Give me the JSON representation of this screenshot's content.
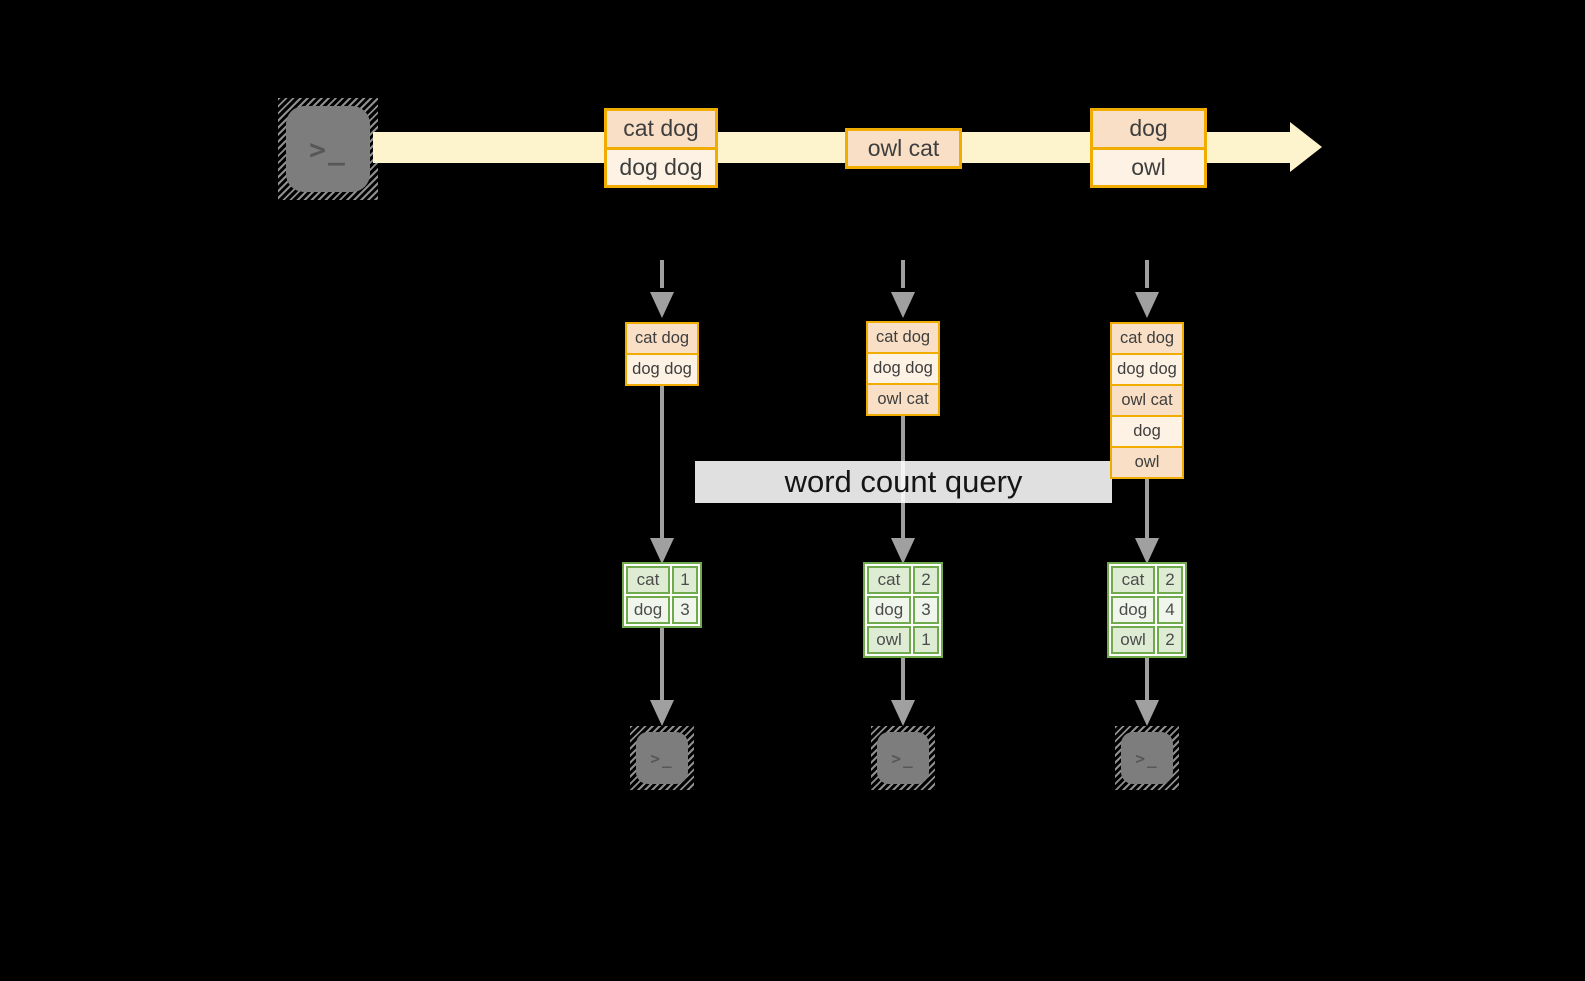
{
  "colors": {
    "background": "#000000",
    "stream_band": "#fdf3cd",
    "event_border": "#f0ad00",
    "event_fill_dark": "#f8dfc5",
    "event_fill_light": "#fdf2e3",
    "table_border": "#6faa4c",
    "table_row_dark": "#dfecd4",
    "table_row_light": "#f1f6ec",
    "arrow_gray": "#a0a0a0",
    "terminal_gray": "#7d7d7d",
    "query_label_bg": "#ffffff"
  },
  "icons": {
    "terminal_glyph": ">_"
  },
  "query_label": "word count query",
  "timeline": {
    "events": [
      {
        "lines": [
          "cat dog",
          "dog dog"
        ]
      },
      {
        "lines": [
          "owl cat"
        ]
      },
      {
        "lines": [
          "dog",
          "owl"
        ]
      }
    ]
  },
  "columns": [
    {
      "state": [
        "cat dog",
        "dog dog"
      ],
      "counts": [
        [
          "cat",
          1
        ],
        [
          "dog",
          3
        ]
      ]
    },
    {
      "state": [
        "cat dog",
        "dog dog",
        "owl cat"
      ],
      "counts": [
        [
          "cat",
          2
        ],
        [
          "dog",
          3
        ],
        [
          "owl",
          1
        ]
      ]
    },
    {
      "state": [
        "cat dog",
        "dog dog",
        "owl cat",
        "dog",
        "owl"
      ],
      "counts": [
        [
          "cat",
          2
        ],
        [
          "dog",
          4
        ],
        [
          "owl",
          2
        ]
      ]
    }
  ]
}
